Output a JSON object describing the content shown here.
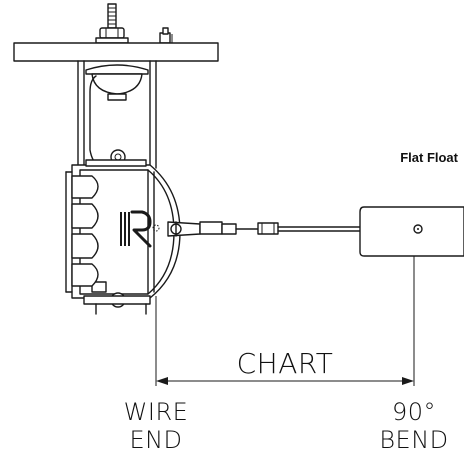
{
  "labels": {
    "float_type": "Flat Float",
    "dimension": "CHART",
    "left_end_line1": "WIRE",
    "left_end_line2": "END",
    "right_end_line1": "90°",
    "right_end_line2": "BEND"
  },
  "colors": {
    "line": "#1a1a1a",
    "background": "#ffffff"
  }
}
